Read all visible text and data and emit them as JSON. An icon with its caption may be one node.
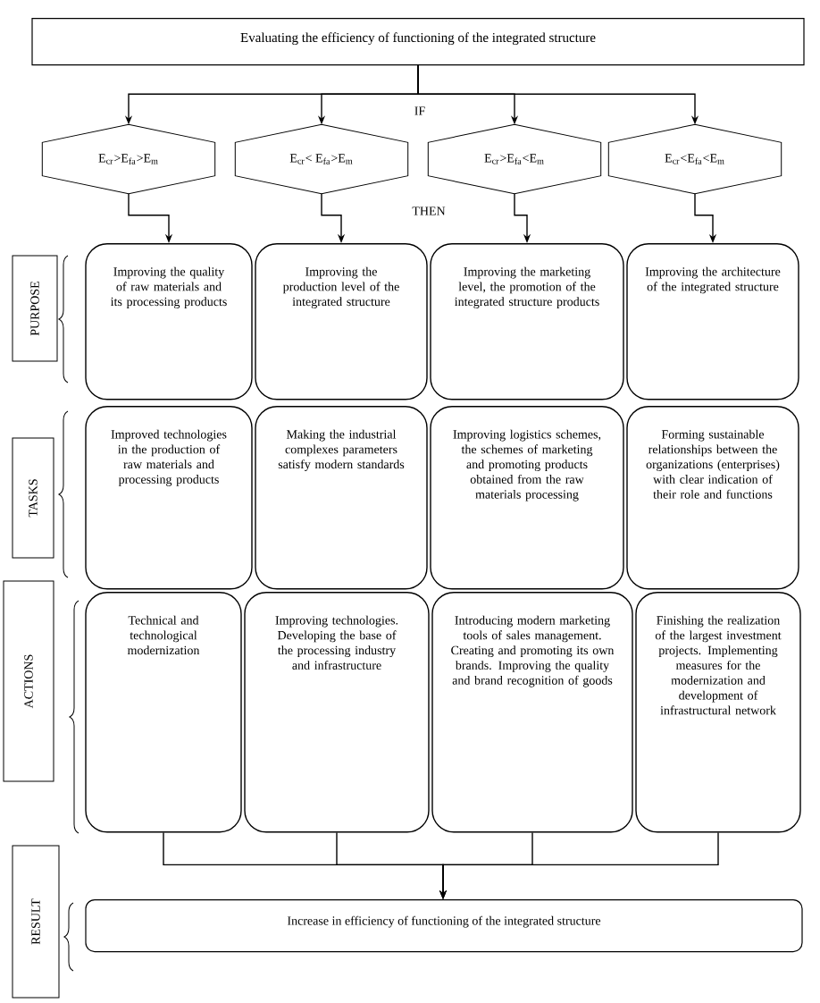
{
  "diagram": {
    "nodes": [
      {
        "text": [
          "Evaluating the efficiency of functioning of the integrated structure"
        ]
      },
      {
        "text": [
          "E$_{cr}$>E$_{fa}$>E$_{m}$"
        ]
      },
      {
        "text": [
          "E$_{cr}$< E$_{fa}$>E$_{m}$"
        ]
      },
      {
        "text": [
          "E$_{cr}$>E$_{fa}$<E$_{m}$"
        ]
      },
      {
        "text": [
          "E$_{cr}$<E$_{fa}$<E$_{m}$"
        ]
      },
      {
        "text": [
          "PURPOSE"
        ]
      },
      {
        "text": [
          "Improving the quality of raw materials and its processing products"
        ]
      },
      {
        "text": [
          "Improving the production level of the integrated structure"
        ]
      },
      {
        "text": [
          "Improving the marketing level, the promotion of the integrated structure products"
        ]
      },
      {
        "text": [
          "Improving the architecture of the integrated structure"
        ]
      },
      {
        "text": [
          "TASKS"
        ]
      },
      {
        "text": [
          "Improved technologies in the production of raw materials and processing products"
        ]
      },
      {
        "text": [
          "Making the industrial complexes parameters satisfy modern standards"
        ]
      },
      {
        "text": [
          "Improving logistics schemes, the schemes of marketing and promoting products obtained from the raw materials processing"
        ]
      },
      {
        "text": [
          "Forming sustainable relationships between the organizations (enterprises) with clear indication of their role and functions"
        ]
      },
      {
        "text": [
          "ACTIONS"
        ]
      },
      {
        "text": [
          "Technical and technological modernization"
        ]
      },
      {
        "text": [
          "Improving technologies. Developing the base of the processing industry and infrastructure"
        ]
      },
      {
        "text": [
          "Introducing modern marketing tools of sales management. Creating and promoting its own brands. Improving the quality and brand recognition of goods"
        ]
      },
      {
        "text": [
          "Finishing the realization of the largest investment projects. Implementing measures for the modernization and development of infrastructural network"
        ]
      },
      {
        "text": [
          "RESULT"
        ]
      },
      {
        "text": [
          "Increase in efficiency of functioning of the integrated structure"
        ]
      }
    ],
    "edges": [
      {
        "from": 0,
        "to": 1,
        "arrow": "to"
      },
      {
        "from": 0,
        "to": 2,
        "arrow": "to"
      },
      {
        "from": 0,
        "to": 3,
        "arrow": "to"
      },
      {
        "from": 0,
        "to": 4,
        "arrow": "to"
      },
      {
        "from": 1,
        "to": 6,
        "arrow": "to"
      },
      {
        "from": 2,
        "to": 7,
        "arrow": "to"
      },
      {
        "from": 3,
        "to": 8,
        "arrow": "to"
      },
      {
        "from": 4,
        "to": 9,
        "arrow": "to"
      },
      {
        "from": 16,
        "to": 21,
        "arrow": "to"
      },
      {
        "from": 17,
        "to": 21,
        "arrow": "to"
      },
      {
        "from": 18,
        "to": 21,
        "arrow": "to"
      },
      {
        "from": 19,
        "to": 21,
        "arrow": "to"
      }
    ],
    "labels": [
      "IF",
      "THEN"
    ]
  }
}
